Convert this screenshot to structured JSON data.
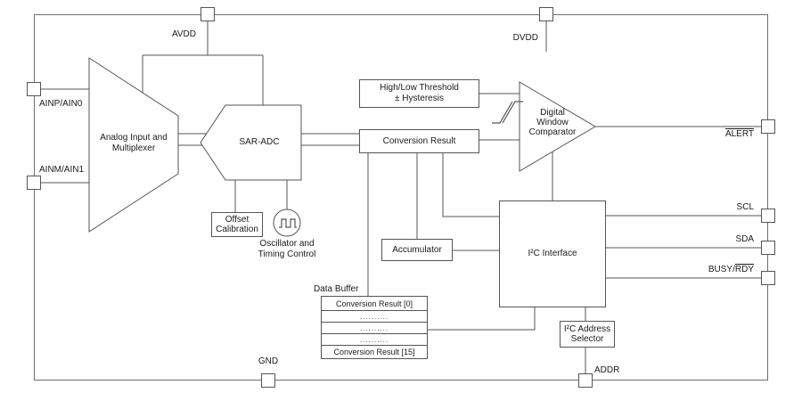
{
  "pins": {
    "avdd": "AVDD",
    "dvdd": "DVDD",
    "ainp": "AINP/AIN0",
    "ainm": "AINM/AIN1",
    "alert": "ALERT",
    "scl": "SCL",
    "sda": "SDA",
    "busy_rdy_plain": "BUSY/",
    "busy_rdy_bar": "RDY",
    "gnd": "GND",
    "addr": "ADDR"
  },
  "blocks": {
    "mux": {
      "line1": "Analog Input and",
      "line2": "Multiplexer"
    },
    "sar_adc": {
      "label": "SAR-ADC"
    },
    "threshold": {
      "line1": "High/Low Threshold",
      "line2": "± Hysteresis"
    },
    "conversion_result": {
      "label": "Conversion Result"
    },
    "comparator": {
      "line1": "Digital",
      "line2": "Window",
      "line3": "Comparator"
    },
    "offset_calibration": {
      "line1": "Offset",
      "line2": "Calibration"
    },
    "oscillator": {
      "line1": "Oscillator and",
      "line2": "Timing Control"
    },
    "accumulator": {
      "label": "Accumulator"
    },
    "i2c_interface": {
      "label": "I²C Interface"
    },
    "data_buffer": {
      "label": "Data Buffer",
      "rows": [
        "Conversion Result [0]",
        "..........",
        "..........",
        "..........",
        "Conversion Result [15]"
      ]
    },
    "i2c_address_selector": {
      "line1": "I²C Address",
      "line2": "Selector"
    }
  },
  "colors": {
    "line": "#555555",
    "text": "#1a1a1a",
    "background": "#ffffff"
  }
}
